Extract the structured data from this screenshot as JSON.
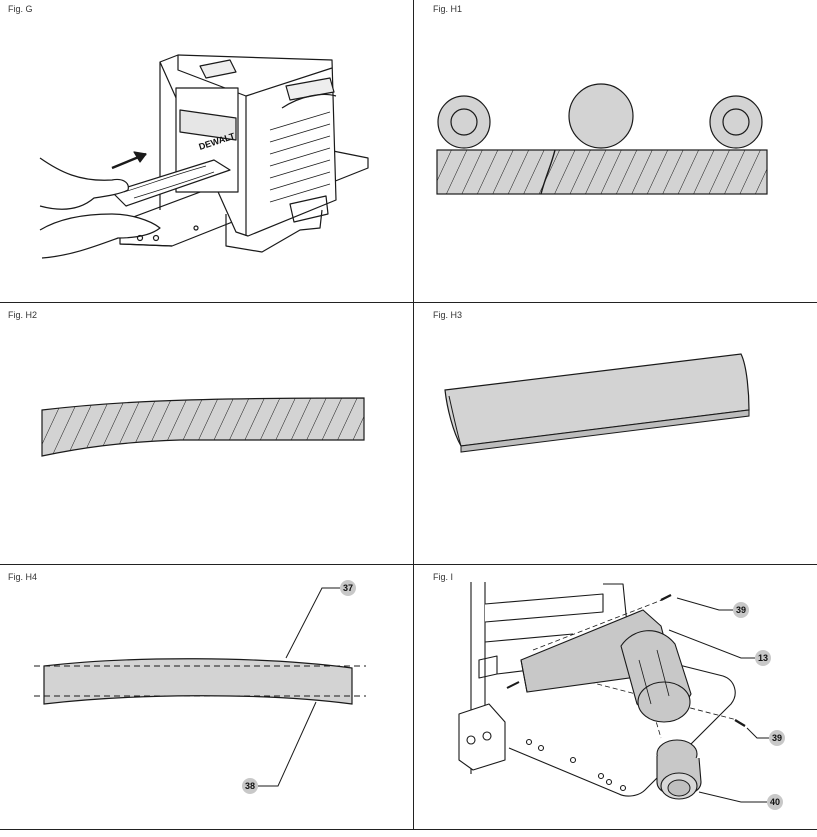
{
  "figures": {
    "g": {
      "label": "Fig. G"
    },
    "h1": {
      "label": "Fig. H1"
    },
    "h2": {
      "label": "Fig. H2"
    },
    "h3": {
      "label": "Fig. H3"
    },
    "h4": {
      "label": "Fig. H4",
      "callouts": [
        "37",
        "38"
      ]
    },
    "i": {
      "label": "Fig. I",
      "callouts": [
        "39",
        "13",
        "39",
        "40"
      ]
    }
  },
  "machine": {
    "brand": "DEWALT"
  },
  "colors": {
    "fill": "#d3d3d3",
    "stroke": "#1a1a1a",
    "callout_bg": "#c8c8c8"
  }
}
